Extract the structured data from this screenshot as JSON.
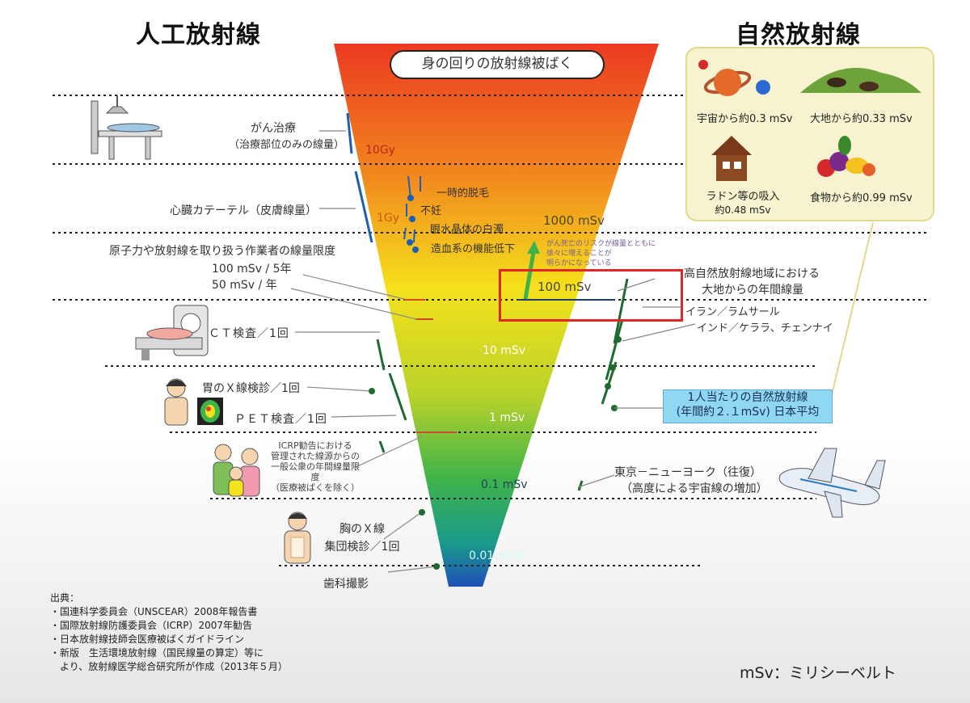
{
  "header": {
    "left_title": "人工放射線",
    "right_title": "自然放射線",
    "center_title": "身の回りの放射線被ばく"
  },
  "scale": {
    "labels": [
      "10Gy",
      "1Gy",
      "1000 mSv",
      "100 mSv",
      "10 mSv",
      "1 mSv",
      "0.1 mSv",
      "0.01 mSv"
    ]
  },
  "effects": [
    "一時的脱毛",
    "不妊",
    "眼水晶体の白濁",
    "造血系の機能低下"
  ],
  "risk_note": [
    "がん死亡のリスクが線量とともに",
    "徐々に増えることが",
    "明らかになっている"
  ],
  "artificial": {
    "cancer_treatment": [
      "がん治療",
      "（治療部位のみの線量）"
    ],
    "cardiac_catheter": "心臓カテーテル（皮膚線量）",
    "worker_limit": [
      "原子力や放射線を取り扱う作業者の線量限度",
      "100 mSv / 5年",
      "50 mSv / 年"
    ],
    "ct": "ＣＴ検査／1回",
    "stomach_xray": "胃のＸ線検診／1回",
    "pet": "ＰＥＴ検査／1回",
    "icrp_note": [
      "ICRP勧告における",
      "管理された線源からの",
      "一般公衆の年間線量限度",
      "（医療被ばくを除く）"
    ],
    "chest_xray": [
      "胸のＸ線",
      "集団検診／1回"
    ],
    "dental": "歯科撮影"
  },
  "natural": {
    "space": "宇宙から約0.3 mSv",
    "ground": "大地から約0.33 mSv",
    "radon": [
      "ラドン等の吸入",
      "約0.48 mSv"
    ],
    "food": "食物から約0.99 mSv",
    "high_areas": [
      "高自然放射線地域における",
      "大地からの年間線量"
    ],
    "iran": "イラン／ラムサール",
    "india": "インド／ケララ、チェンナイ",
    "average": [
      "1人当たりの自然放射線",
      "(年間約２.１mSv) 日本平均"
    ],
    "flight": [
      "東京－ニューヨーク（往復）",
      "（高度による宇宙線の増加）"
    ]
  },
  "sources": {
    "heading": "出典：",
    "items": [
      "・国連科学委員会（UNSCEAR）2008年報告書",
      "・国際放射線防護委員会（ICRP）2007年勧告",
      "・日本放射線技師会医療被ばくガイドライン",
      "・新版　生活環境放射線（国民線量の算定）等に",
      "　より、放射線医学総合研究所が作成（2013年５月）"
    ]
  },
  "unit_note": "mSv：ミリシーベルト",
  "colors": {
    "funnel_top": "#ec3a22",
    "funnel_mid": "#f5e11c",
    "funnel_green": "#3fb34a",
    "funnel_bottom": "#1f4fb8",
    "highlight": "#e2262a",
    "average_box": "#8fd7f2"
  }
}
